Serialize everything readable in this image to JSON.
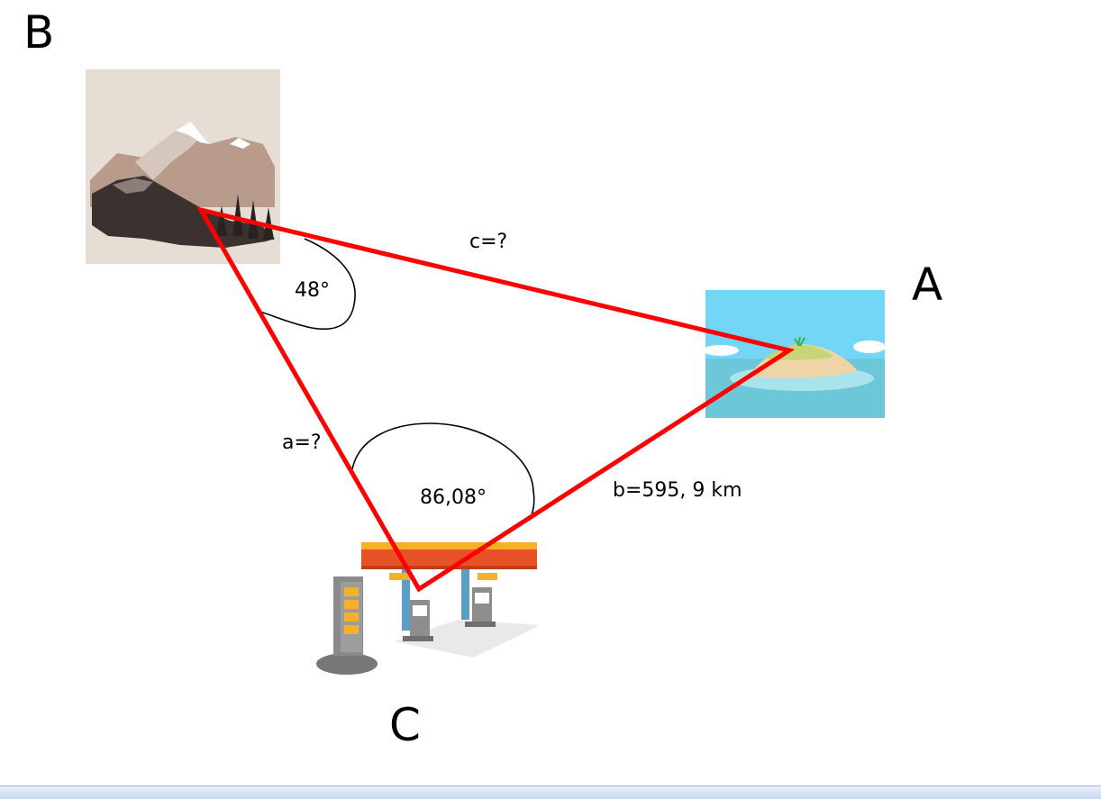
{
  "vertices": {
    "a": "A",
    "b": "B",
    "c": "C"
  },
  "angles": {
    "at_b": "48°",
    "at_c": "86,08°"
  },
  "sides": {
    "a": "a=?",
    "b": "b=595, 9 km",
    "c": "c=?"
  },
  "icons": {
    "b": "mountain-icon",
    "a": "island-icon",
    "c": "gas-station-icon"
  },
  "colors": {
    "triangle": "#ff0000",
    "arc": "#000000"
  }
}
